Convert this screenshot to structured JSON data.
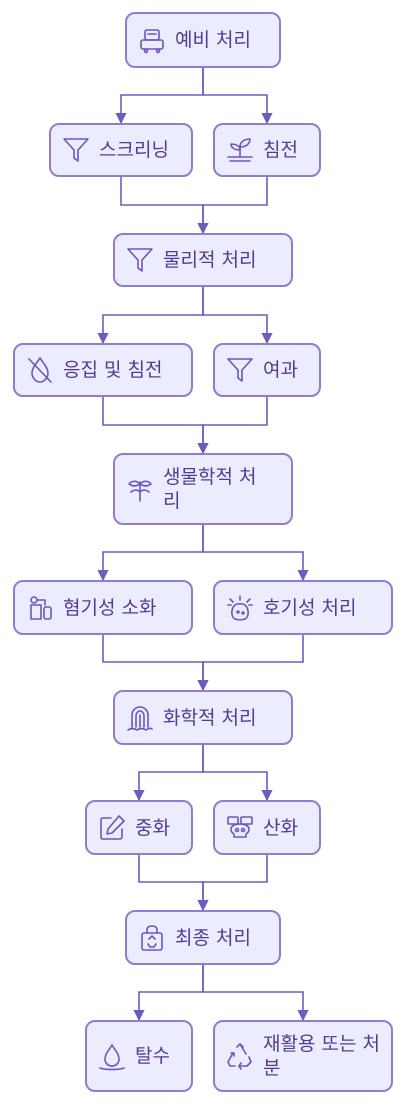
{
  "nodes": {
    "preliminary": {
      "label": "예비 처리",
      "icon": "truck-icon"
    },
    "screening": {
      "label": "스크리닝",
      "icon": "funnel-icon"
    },
    "sedimentation": {
      "label": "침전",
      "icon": "seedling-icon"
    },
    "physical": {
      "label": "물리적 처리",
      "icon": "funnel-icon"
    },
    "coagulation": {
      "label": "응집 및 침전",
      "icon": "no-water-icon"
    },
    "filtration": {
      "label": "여과",
      "icon": "funnel-icon"
    },
    "biological": {
      "label": "생물학적 처리",
      "icon": "plant-icon"
    },
    "anaerobic": {
      "label": "혐기성 소화",
      "icon": "sprayer-icon"
    },
    "aerobic": {
      "label": "호기성 처리",
      "icon": "bacteria-icon"
    },
    "chemical": {
      "label": "화학적 처리",
      "icon": "fingerprint-icon"
    },
    "neutralization": {
      "label": "중화",
      "icon": "edit-icon"
    },
    "oxidation": {
      "label": "산화",
      "icon": "skull-icon"
    },
    "final": {
      "label": "최종 처리",
      "icon": "recycle-bag-icon"
    },
    "dewatering": {
      "label": "탈수",
      "icon": "droplet-icon"
    },
    "reuse": {
      "label": "재활용 또는 처분",
      "icon": "recycle-icon"
    }
  },
  "colors": {
    "node_fill": "#ECECFF",
    "node_border": "#8F7DD1",
    "edge": "#6E5BC0",
    "text": "#4F3C93"
  }
}
